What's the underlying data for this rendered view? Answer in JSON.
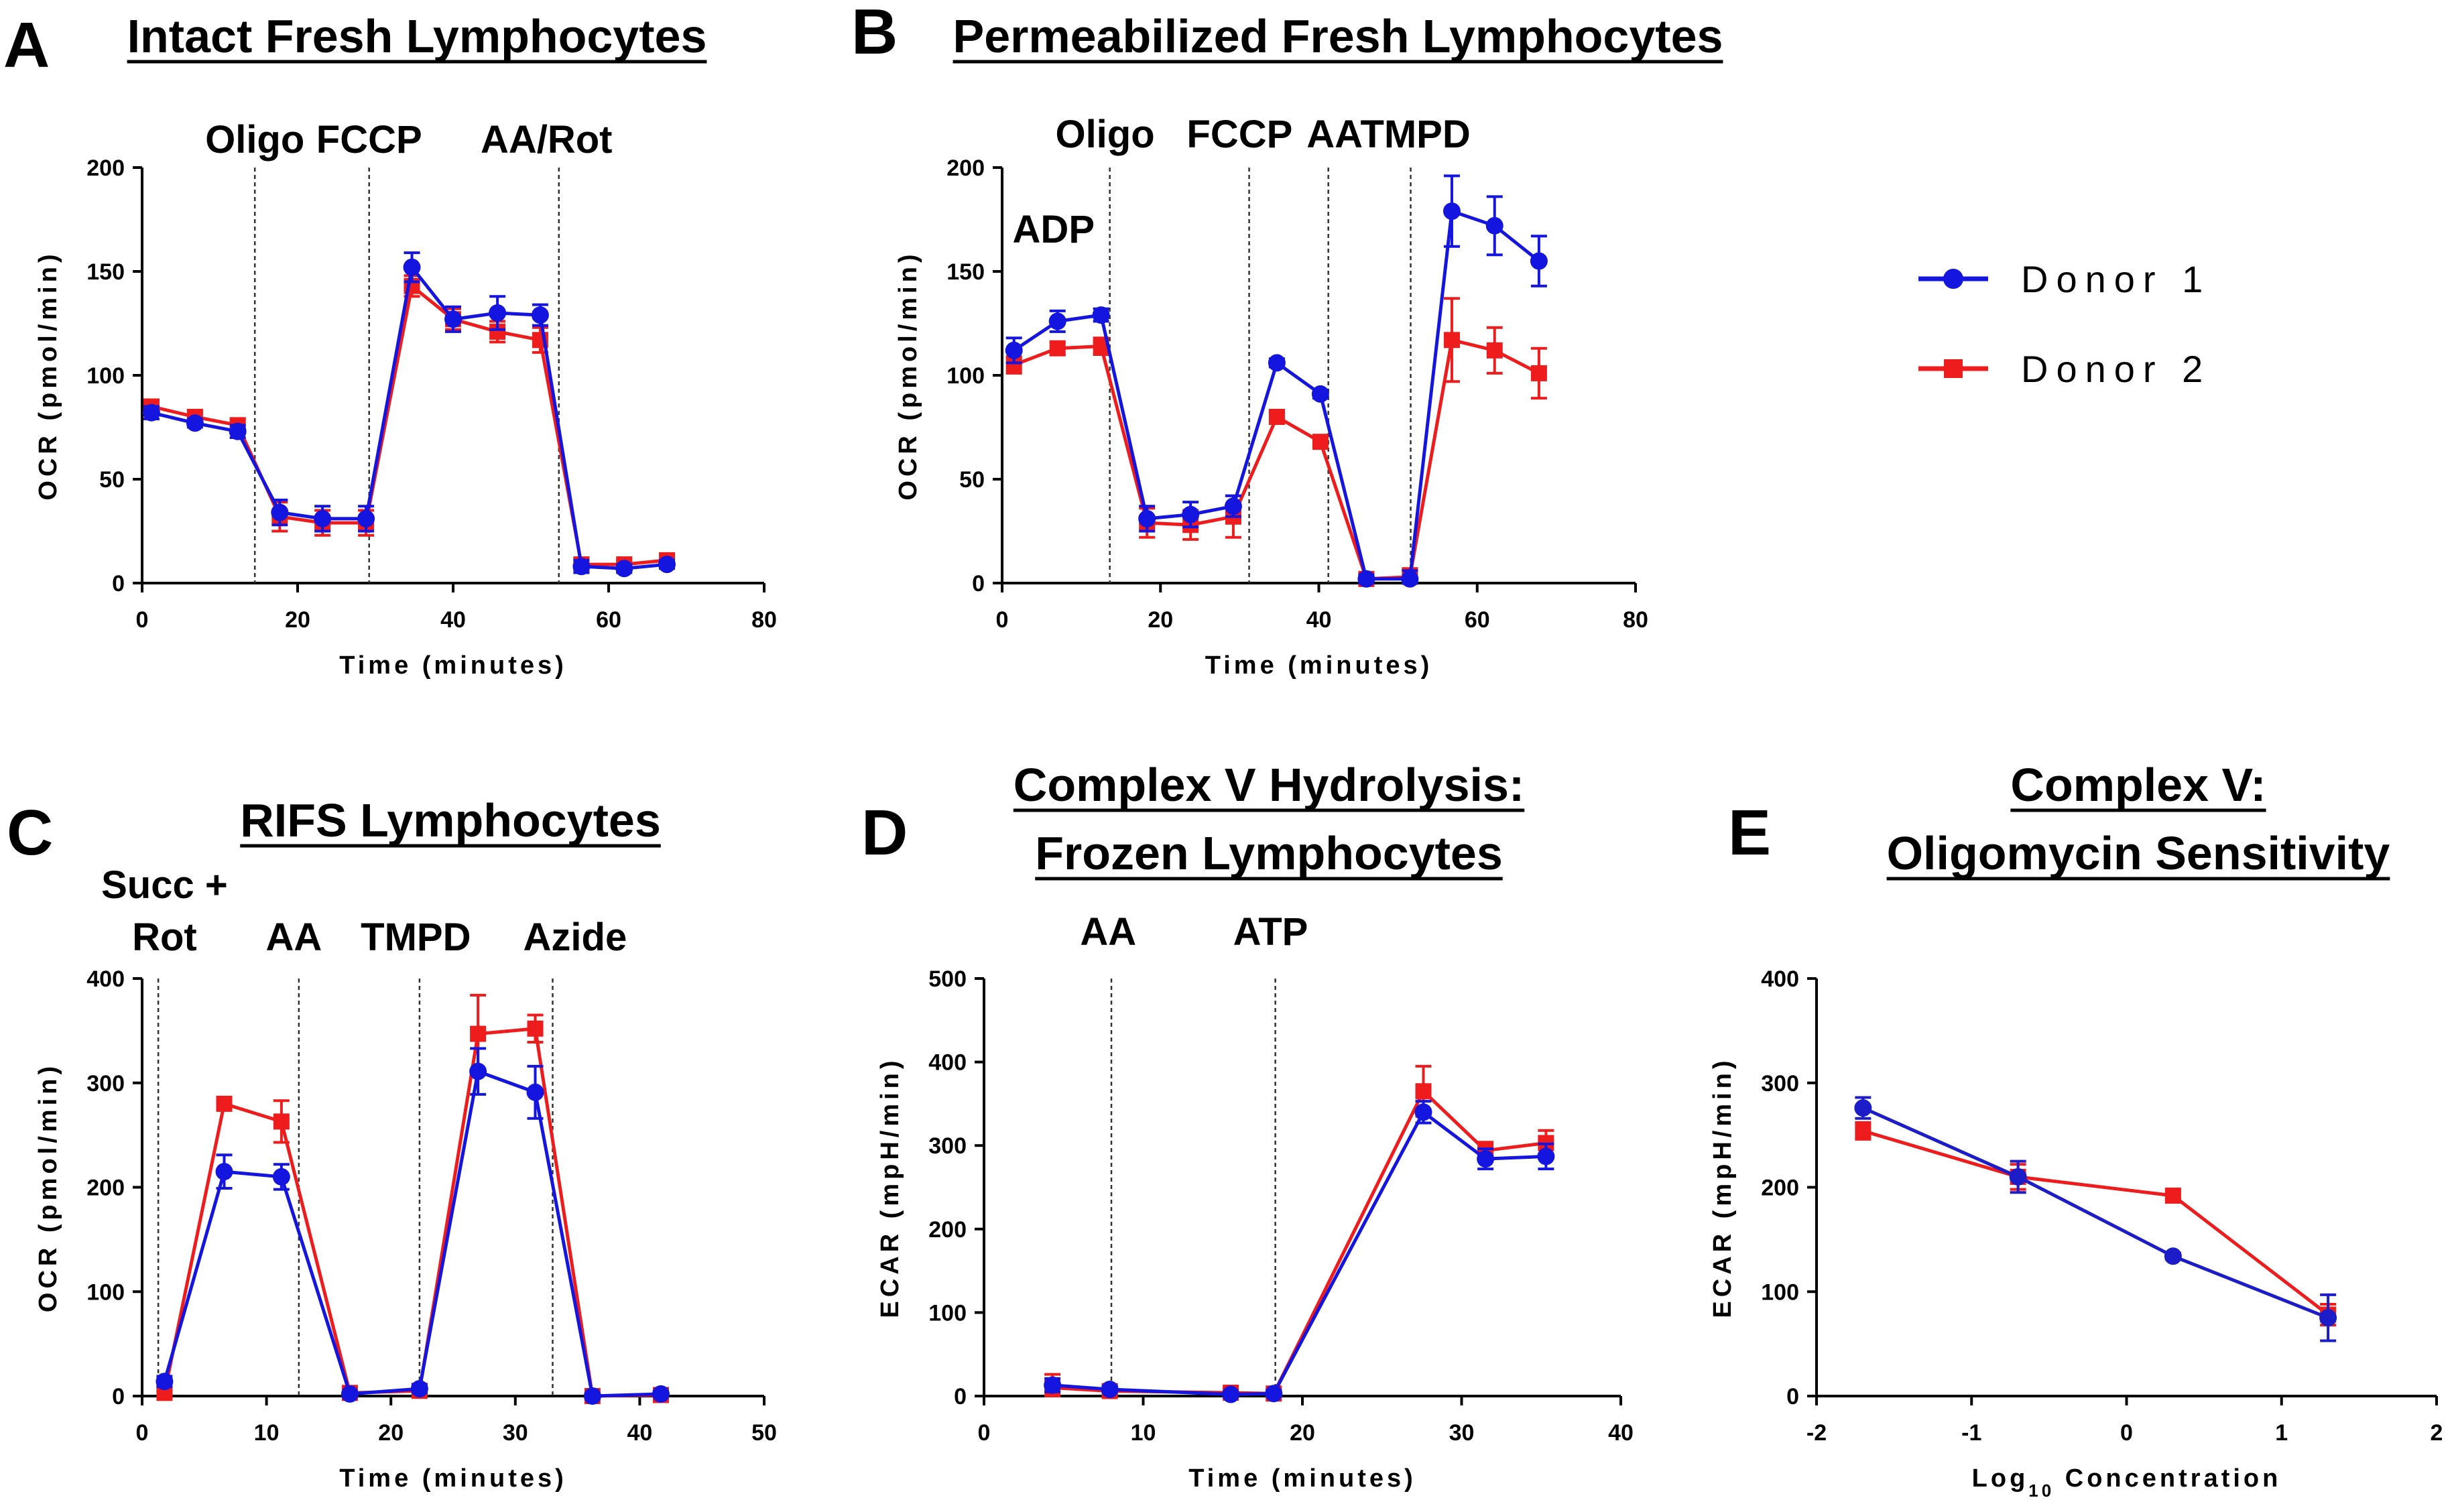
{
  "legend": {
    "entries": [
      {
        "label": "Donor 1",
        "color": "#1515e0",
        "marker": "circle"
      },
      {
        "label": "Donor 2",
        "color": "#ee1c1c",
        "marker": "square"
      }
    ]
  },
  "chart_data": [
    {
      "panel": "A",
      "type": "line",
      "title": "Intact Fresh Lymphocytes",
      "xlabel": "Time (minutes)",
      "ylabel": "OCR (pmol/min)",
      "xlim": [
        0,
        80
      ],
      "ylim": [
        0,
        200
      ],
      "xticks": [
        0,
        20,
        40,
        60,
        80
      ],
      "yticks": [
        0,
        50,
        100,
        150,
        200
      ],
      "xtick_labels": [
        "0",
        "20",
        "40",
        "60",
        "80"
      ],
      "ytick_labels": [
        "0",
        "50",
        "100",
        "150",
        "200"
      ],
      "annotations": [
        {
          "label": "Oligo",
          "x": 14.5,
          "label_x": 14.5,
          "label_level": 1
        },
        {
          "label": "FCCP",
          "x": 29.2,
          "label_x": 29.2,
          "label_level": 1
        },
        {
          "label": "AA/Rot",
          "x": 53.6,
          "label_x": 52.0,
          "label_level": 1
        }
      ],
      "series": [
        {
          "name": "Donor 1",
          "marker": "circle",
          "color": "#1515e0",
          "x": [
            1.2,
            6.8,
            12.3,
            17.7,
            23.2,
            28.8,
            34.7,
            40.0,
            45.7,
            51.2,
            56.5,
            62.0,
            67.5
          ],
          "y": [
            82,
            77,
            73,
            34,
            31,
            31,
            152,
            127,
            130,
            129,
            8,
            7,
            9
          ],
          "err": [
            3,
            2,
            3,
            6,
            6,
            6,
            7,
            6,
            8,
            5,
            3,
            2,
            2
          ]
        },
        {
          "name": "Donor 2",
          "marker": "square",
          "color": "#ee1c1c",
          "x": [
            1.2,
            6.8,
            12.3,
            17.7,
            23.2,
            28.8,
            34.7,
            40.0,
            45.7,
            51.2,
            56.5,
            62.0,
            67.5
          ],
          "y": [
            85,
            80,
            76,
            32,
            29,
            29,
            143,
            127,
            121,
            117,
            9,
            9,
            11
          ],
          "err": [
            3,
            2,
            3,
            7,
            6,
            6,
            5,
            5,
            5,
            6,
            3,
            2,
            3
          ]
        }
      ]
    },
    {
      "panel": "B",
      "type": "line",
      "title": "Permeabilized Fresh Lymphocytes",
      "xlabel": "Time (minutes)",
      "ylabel": "OCR (pmol/min)",
      "xlim": [
        0,
        80
      ],
      "ylim": [
        0,
        200
      ],
      "xticks": [
        0,
        20,
        40,
        60,
        80
      ],
      "yticks": [
        0,
        50,
        100,
        150,
        200
      ],
      "xtick_labels": [
        "0",
        "20",
        "40",
        "60",
        "80"
      ],
      "ytick_labels": [
        "0",
        "50",
        "100",
        "150",
        "200"
      ],
      "annotations": [
        {
          "label": "ADP",
          "x": null,
          "label_x": 6.5,
          "label_level": 2
        },
        {
          "label": "Oligo",
          "x": 13.6,
          "label_x": 13.0,
          "label_level": 1
        },
        {
          "label": "FCCP",
          "x": 31.2,
          "label_x": 30.0,
          "label_level": 1
        },
        {
          "label": "AA",
          "x": 41.2,
          "label_x": 42.0,
          "label_level": 1
        },
        {
          "label": "TMPD",
          "x": 51.6,
          "label_x": 52.2,
          "label_level": 1
        }
      ],
      "series": [
        {
          "name": "Donor 1",
          "marker": "circle",
          "color": "#1515e0",
          "x": [
            1.5,
            7.0,
            12.5,
            18.3,
            23.8,
            29.2,
            34.7,
            40.2,
            46.0,
            51.5,
            56.8,
            62.2,
            67.8
          ],
          "y": [
            112,
            126,
            129,
            31,
            33,
            37,
            106,
            91,
            2,
            2,
            179,
            172,
            155
          ],
          "err": [
            6,
            5,
            3,
            6,
            6,
            5,
            2,
            2,
            2,
            4,
            17,
            14,
            12
          ]
        },
        {
          "name": "Donor 2",
          "marker": "square",
          "color": "#ee1c1c",
          "x": [
            1.5,
            7.0,
            12.5,
            18.3,
            23.8,
            29.2,
            34.7,
            40.2,
            46.0,
            51.5,
            56.8,
            62.2,
            67.8
          ],
          "y": [
            105,
            113,
            114,
            29,
            28,
            32,
            80,
            68,
            2,
            3,
            117,
            112,
            101
          ],
          "err": [
            4,
            3,
            4,
            7,
            7,
            10,
            2,
            2,
            1,
            4,
            20,
            11,
            12
          ]
        }
      ]
    },
    {
      "panel": "C",
      "type": "line",
      "title": "RIFS Lymphocytes",
      "xlabel": "Time (minutes)",
      "ylabel": "OCR (pmol/min)",
      "xlim": [
        0,
        50
      ],
      "ylim": [
        0,
        400
      ],
      "xticks": [
        0,
        10,
        20,
        30,
        40,
        50
      ],
      "yticks": [
        0,
        100,
        200,
        300,
        400
      ],
      "xtick_labels": [
        "0",
        "10",
        "20",
        "30",
        "40",
        "50"
      ],
      "ytick_labels": [
        "0",
        "100",
        "200",
        "300",
        "400"
      ],
      "annotations": [
        {
          "label": "Succ +",
          "x": 1.3,
          "label_x": 1.8,
          "label_level": 2
        },
        {
          "label": "Rot",
          "x": null,
          "label_x": 1.8,
          "label_level": 1
        },
        {
          "label": "AA",
          "x": 12.6,
          "label_x": 12.2,
          "label_level": 1
        },
        {
          "label": "TMPD",
          "x": 22.3,
          "label_x": 22.0,
          "label_level": 1
        },
        {
          "label": "Azide",
          "x": 33.0,
          "label_x": 34.8,
          "label_level": 1
        }
      ],
      "series": [
        {
          "name": "Donor 1",
          "marker": "circle",
          "color": "#1515e0",
          "x": [
            1.8,
            6.6,
            11.2,
            16.7,
            22.3,
            27.0,
            31.6,
            36.2,
            41.7
          ],
          "y": [
            14,
            215,
            210,
            2,
            7,
            311,
            291,
            0,
            2
          ],
          "err": [
            5,
            16,
            12,
            2,
            4,
            22,
            25,
            0,
            2
          ]
        },
        {
          "name": "Donor 2",
          "marker": "square",
          "color": "#ee1c1c",
          "x": [
            1.8,
            6.6,
            11.2,
            16.7,
            22.3,
            27.0,
            31.6,
            36.2,
            41.7
          ],
          "y": [
            3,
            280,
            263,
            3,
            5,
            347,
            352,
            0,
            1
          ],
          "err": [
            2,
            5,
            20,
            2,
            3,
            37,
            13,
            0,
            1
          ]
        }
      ]
    },
    {
      "panel": "D",
      "type": "line",
      "title": "Complex V Hydrolysis:",
      "subtitle": "Frozen Lymphocytes",
      "xlabel": "Time (minutes)",
      "ylabel": "ECAR (mpH/min)",
      "xlim": [
        0,
        40
      ],
      "ylim": [
        0,
        500
      ],
      "xticks": [
        0,
        10,
        20,
        30,
        40
      ],
      "yticks": [
        0,
        100,
        200,
        300,
        400,
        500
      ],
      "xtick_labels": [
        "0",
        "10",
        "20",
        "30",
        "40"
      ],
      "ytick_labels": [
        "0",
        "100",
        "200",
        "300",
        "400",
        "500"
      ],
      "annotations": [
        {
          "label": "AA",
          "x": 8.0,
          "label_x": 7.8,
          "label_level": 1
        },
        {
          "label": "ATP",
          "x": 18.3,
          "label_x": 18.0,
          "label_level": 1
        }
      ],
      "series": [
        {
          "name": "Donor 1",
          "marker": "circle",
          "color": "#1515e0",
          "x": [
            4.3,
            7.9,
            15.5,
            18.2,
            27.6,
            31.5,
            35.3
          ],
          "y": [
            13,
            8,
            2,
            3,
            340,
            284,
            287
          ],
          "err": [
            8,
            4,
            3,
            4,
            13,
            12,
            15
          ]
        },
        {
          "name": "Donor 2",
          "marker": "square",
          "color": "#ee1c1c",
          "x": [
            4.3,
            7.9,
            15.5,
            18.2,
            27.6,
            31.5,
            35.3
          ],
          "y": [
            10,
            6,
            4,
            3,
            365,
            294,
            303
          ],
          "err": [
            16,
            4,
            5,
            4,
            30,
            10,
            15
          ]
        }
      ]
    },
    {
      "panel": "E",
      "type": "line",
      "title": "Complex V:",
      "subtitle": "Oligomycin Sensitivity",
      "xlabel": "Log10 Concentration",
      "ylabel": "ECAR (mpH/min)",
      "xlim": [
        -2,
        2
      ],
      "ylim": [
        0,
        400
      ],
      "xticks": [
        -2,
        -1,
        0,
        1,
        2
      ],
      "yticks": [
        0,
        100,
        200,
        300,
        400
      ],
      "xtick_labels": [
        "-2",
        "-1",
        "0",
        "1",
        "2"
      ],
      "ytick_labels": [
        "0",
        "100",
        "200",
        "300",
        "400"
      ],
      "annotations": [],
      "series": [
        {
          "name": "Donor 1",
          "marker": "circle",
          "color": "#1c1cc8",
          "x": [
            -1.7,
            -0.7,
            0.3,
            1.3
          ],
          "y": [
            276,
            210,
            134,
            75
          ],
          "err": [
            10,
            15,
            3,
            22
          ]
        },
        {
          "name": "Donor 2",
          "marker": "square",
          "color": "#ee1c1c",
          "x": [
            -1.7,
            -0.7,
            0.3,
            1.3
          ],
          "y": [
            254,
            210,
            192,
            78
          ],
          "err": [
            8,
            12,
            4,
            10
          ]
        }
      ]
    }
  ]
}
